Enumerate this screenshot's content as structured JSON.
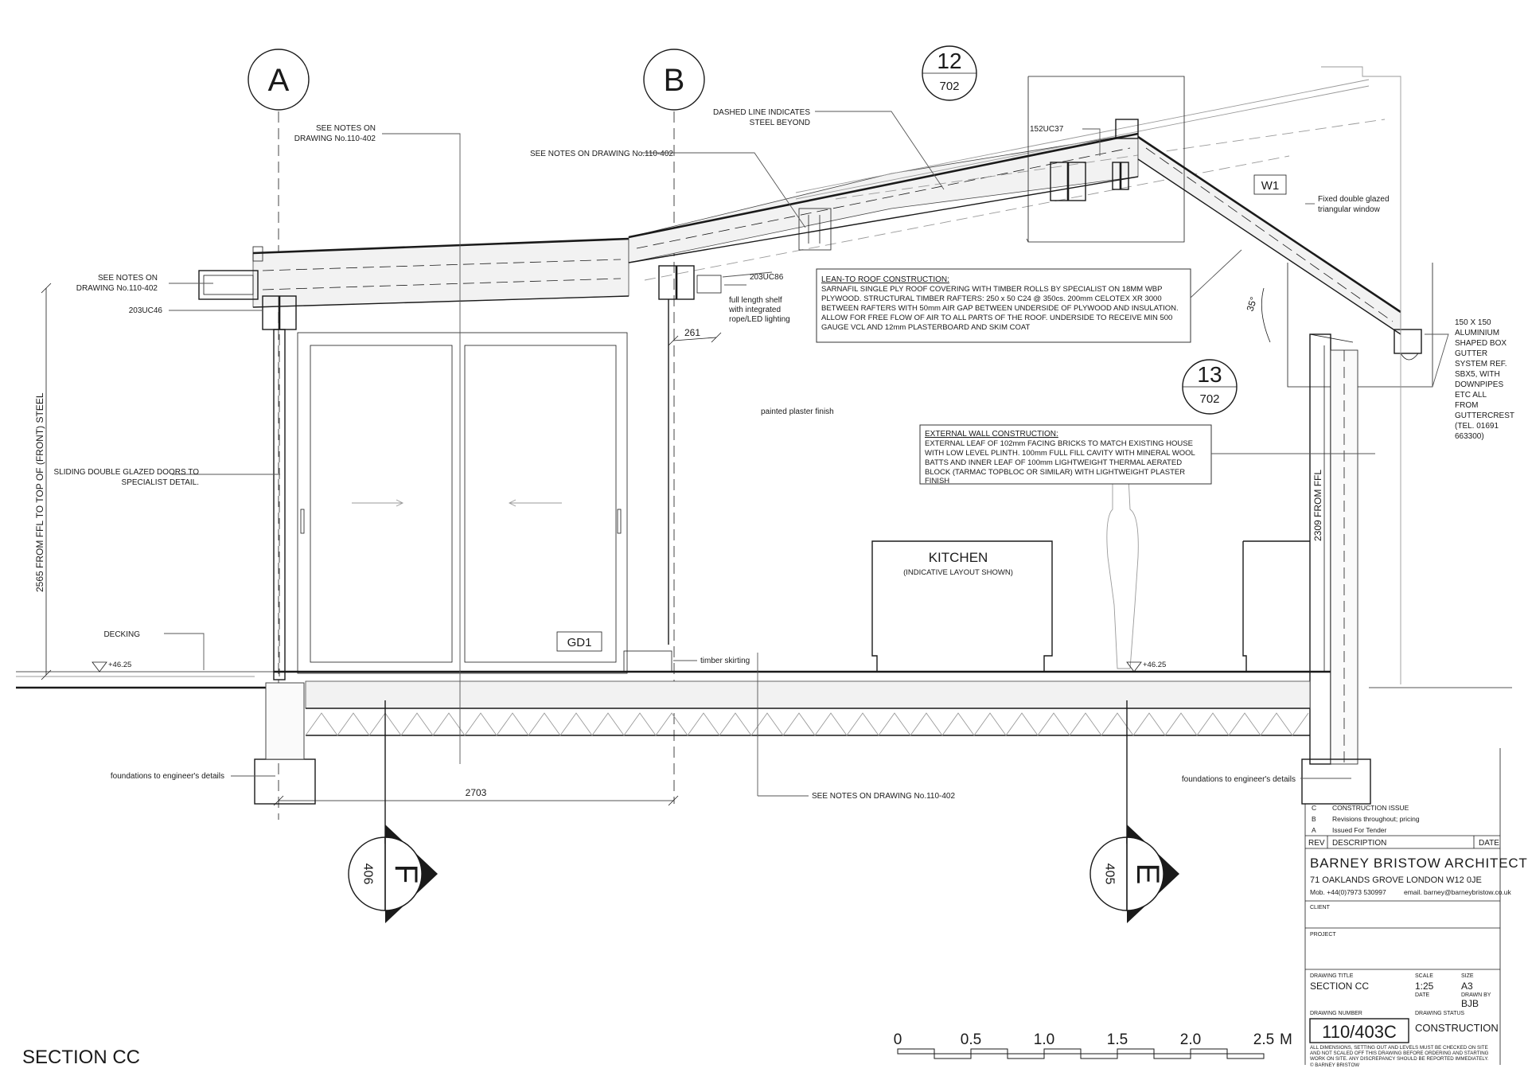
{
  "grid_markers": {
    "A": "A",
    "B": "B"
  },
  "section_refs": {
    "ref12": {
      "num": "12",
      "sheet": "702"
    },
    "ref13": {
      "num": "13",
      "sheet": "702"
    },
    "refF": {
      "letter": "F",
      "sheet": "406"
    },
    "refE": {
      "letter": "E",
      "sheet": "405"
    }
  },
  "labels": {
    "see_notes_a_1": "SEE NOTES ON",
    "see_notes_a_2": "DRAWING No.110-402",
    "see_notes_b": "SEE NOTES ON DRAWING No.110-402",
    "dashed_1": "DASHED LINE INDICATES",
    "dashed_2": "STEEL BEYOND",
    "steel_152": "152UC37",
    "w1": "W1",
    "tri_win_1": "Fixed double glazed",
    "tri_win_2": "triangular window",
    "see_notes_left_1": "SEE NOTES ON",
    "see_notes_left_2": "DRAWING No.110-402",
    "steel_203_46": "203UC46",
    "steel_203_86": "203UC86",
    "shelf_1": "full length shelf",
    "shelf_2": "with integrated",
    "shelf_3": "rope/LED lighting",
    "dim_261": "261",
    "angle_35": "35°",
    "gutter": [
      "150 X 150",
      "ALUMINIUM",
      "SHAPED BOX",
      "GUTTER",
      "SYSTEM REF.",
      "SBX5, WITH",
      "DOWNPIPES",
      "ETC ALL",
      "FROM",
      "GUTTERCREST",
      "(TEL. 01691",
      "663300)"
    ],
    "painted": "painted plaster finish",
    "sliding_1": "SLIDING DOUBLE GLAZED DOORS TO",
    "sliding_2": "SPECIALIST DETAIL.",
    "dim_2565": "2565 FROM FFL TO TOP OF (FRONT) STEEL",
    "dim_2309": "2309 FROM FFL",
    "kitchen": "KITCHEN",
    "kitchen_sub": "(INDICATIVE LAYOUT SHOWN)",
    "gd1": "GD1",
    "decking": "DECKING",
    "level_left": "+46.25",
    "level_right": "+46.25",
    "skirting": "timber skirting",
    "found_left": "foundations to engineer's details",
    "found_right": "foundations to engineer's details",
    "dim_2703": "2703",
    "see_notes_bottom": "SEE NOTES ON DRAWING No.110-402",
    "section_title": "SECTION CC"
  },
  "notes": {
    "roof_title": "LEAN-TO ROOF CONSTRUCTION:",
    "roof_lines": [
      "SARNAFIL SINGLE PLY ROOF COVERING WITH TIMBER ROLLS BY SPECIALIST ON 18MM WBP",
      "PLYWOOD. STRUCTURAL TIMBER RAFTERS: 250 x 50 C24 @ 350cs. 200mm CELOTEX XR 3000",
      "BETWEEN RAFTERS WITH 50mm AIR GAP BETWEEN UNDERSIDE OF PLYWOOD AND INSULATION.",
      "ALLOW FOR FREE FLOW OF AIR TO ALL PARTS OF THE ROOF. UNDERSIDE TO RECEIVE MIN 500",
      "GAUGE VCL AND 12mm PLASTERBOARD AND SKIM COAT"
    ],
    "wall_title": "EXTERNAL WALL CONSTRUCTION:",
    "wall_lines": [
      "EXTERNAL LEAF OF 102mm FACING BRICKS TO MATCH EXISTING HOUSE",
      "WITH LOW LEVEL PLINTH. 100mm FULL FILL CAVITY WITH MINERAL WOOL",
      "BATTS AND INNER LEAF OF 100mm LIGHTWEIGHT THERMAL AERATED",
      "BLOCK (TARMAC TOPBLOC OR SIMILAR) WITH LIGHTWEIGHT PLASTER",
      "FINISH"
    ]
  },
  "scale_bar": {
    "ticks": [
      "0",
      "0.5",
      "1.0",
      "1.5",
      "2.0",
      "2.5"
    ],
    "unit": "M"
  },
  "title_block": {
    "revisions": [
      {
        "rev": "C",
        "desc": "CONSTRUCTION ISSUE"
      },
      {
        "rev": "B",
        "desc": "Revisions throughout; pricing"
      },
      {
        "rev": "A",
        "desc": "Issued For Tender"
      }
    ],
    "rev_header": "REV",
    "desc_header": "DESCRIPTION",
    "date_header": "DATE",
    "firm": "BARNEY BRISTOW ARCHITECTS",
    "address": "71 OAKLANDS GROVE   LONDON   W12 0JE",
    "mobile": "Mob. +44(0)7973 530997",
    "email": "email. barney@barneybristow.co.uk",
    "client_label": "CLIENT",
    "project_label": "PROJECT",
    "drawing_title_label": "DRAWING TITLE",
    "drawing_title": "SECTION CC",
    "scale_label": "SCALE",
    "scale": "1:25",
    "size_label": "SIZE",
    "size": "A3",
    "date_label": "DATE",
    "drawn_by_label": "DRAWN BY",
    "drawn_by": "BJB",
    "drawing_number_label": "DRAWING NUMBER",
    "drawing_number": "110/403C",
    "status_label": "DRAWING STATUS",
    "status": "CONSTRUCTION",
    "disclaimer": [
      "ALL DIMENSIONS, SETTING OUT AND LEVELS MUST BE CHECKED ON SITE",
      "AND NOT SCALED OFF THIS DRAWING BEFORE ORDERING AND STARTING",
      "WORK ON SITE. ANY DISCREPANCY SHOULD BE REPORTED IMMEDIATELY."
    ],
    "copyright": "© BARNEY BRISTOW"
  }
}
